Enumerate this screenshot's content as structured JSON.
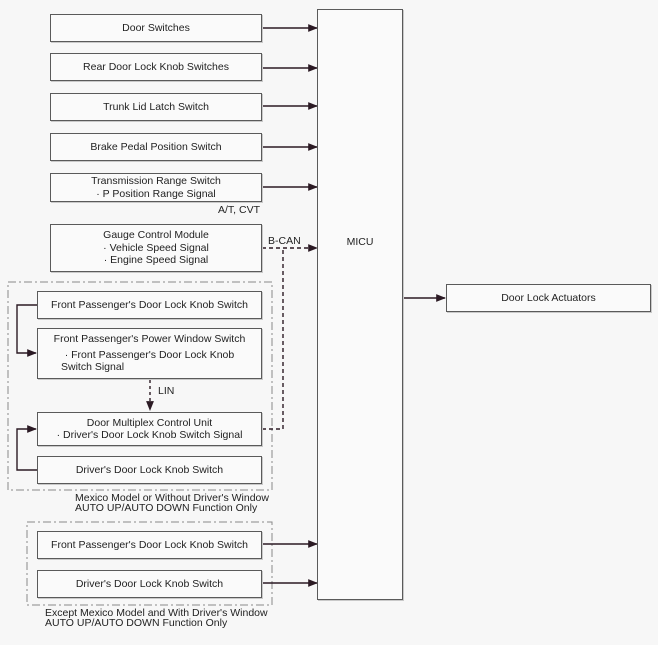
{
  "inputs": {
    "door_switches": "Door Switches",
    "rear_knob": "Rear Door Lock Knob Switches",
    "trunk_latch": "Trunk Lid Latch Switch",
    "brake_pedal": "Brake Pedal Position Switch",
    "trans_title": "Transmission Range Switch",
    "trans_signal": "· P Position Range Signal",
    "gauge_title": "Gauge Control Module",
    "gauge_sig1": "· Vehicle Speed Signal",
    "gauge_sig2": "· Engine Speed Signal"
  },
  "group1": {
    "fp_knob": "Front Passenger's Door Lock Knob Switch",
    "fp_window_title": "Front Passenger's Power Window Switch",
    "fp_window_sig_line1": "· Front Passenger's Door Lock Knob",
    "fp_window_sig_line2": "Switch Signal",
    "dmcu_title": "Door Multiplex Control Unit",
    "dmcu_signal": "· Driver's Door Lock Knob Switch Signal",
    "driver_knob": "Driver's Door Lock Knob Switch",
    "caption_line1": "Mexico Model or Without Driver's Window",
    "caption_line2": "AUTO UP/AUTO DOWN Function Only"
  },
  "group2": {
    "fp_knob": "Front Passenger's Door Lock Knob Switch",
    "driver_knob": "Driver's Door Lock Knob Switch",
    "caption_line1": "Except Mexico Model and With Driver's Window",
    "caption_line2": "AUTO UP/AUTO DOWN Function Only"
  },
  "labels": {
    "at_cvt": "A/T, CVT",
    "bcan": "B-CAN",
    "lin": "LIN"
  },
  "micu": "MICU",
  "output": "Door Lock Actuators",
  "colors": {
    "wire": "#2b1a24",
    "box_border": "#5a5a5a"
  }
}
